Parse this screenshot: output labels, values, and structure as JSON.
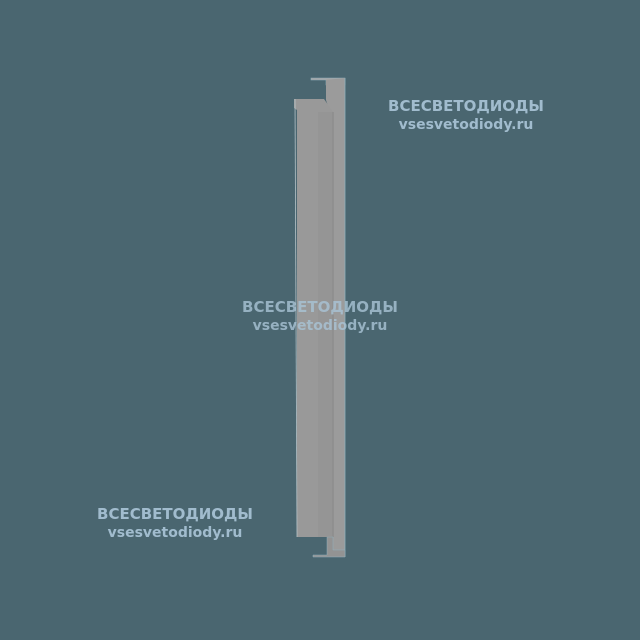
{
  "image": {
    "background_color": "#4a6670",
    "subject": "led-panel-profile-side-view",
    "panel_color": "#9a9a9a",
    "panel_shade_color": "#8c8c8c",
    "watermark_color": "#a9c4d6"
  },
  "watermarks": [
    {
      "title": "ВСЕСВЕТОДИОДЫ",
      "url": "vsesvetodiody.ru"
    },
    {
      "title": "ВСЕСВЕТОДИОДЫ",
      "url": "vsesvetodiody.ru"
    },
    {
      "title": "ВСЕСВЕТОДИОДЫ",
      "url": "vsesvetodiody.ru"
    }
  ]
}
